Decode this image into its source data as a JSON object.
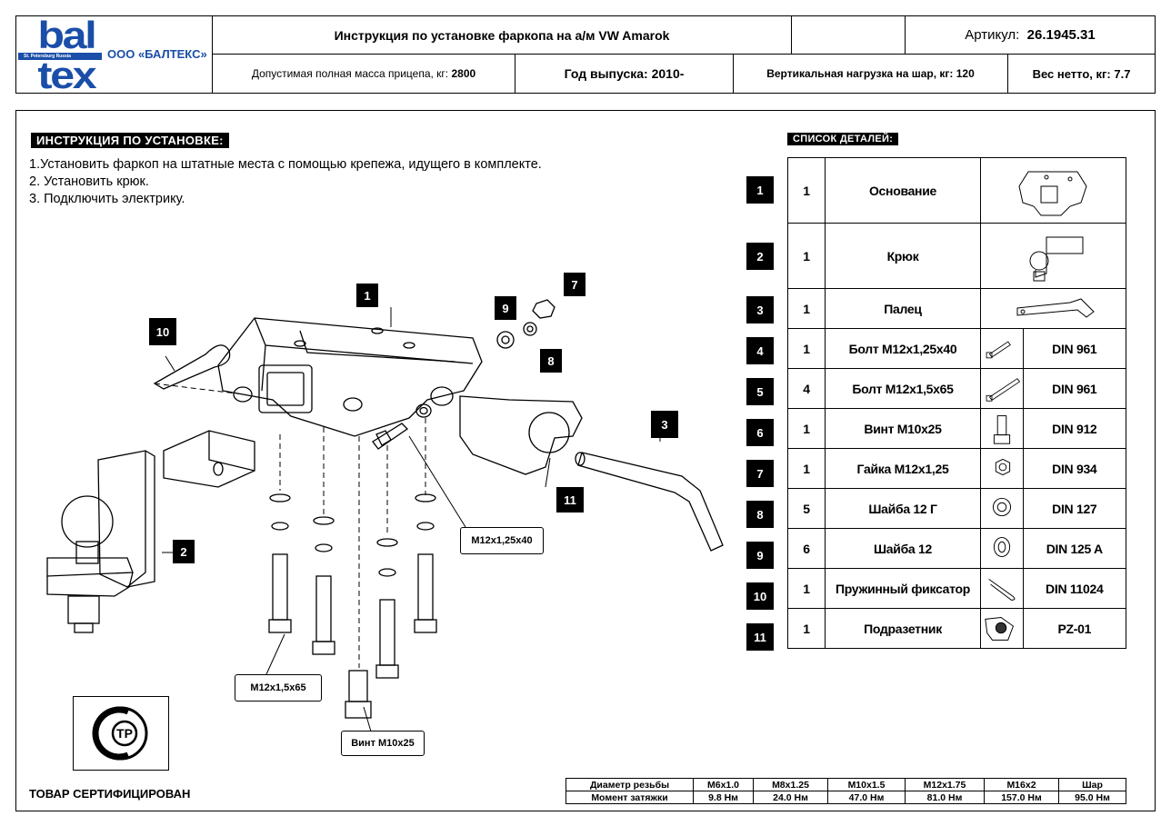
{
  "header": {
    "logo_top": "bal",
    "logo_band": "St. Petersburg Russia",
    "logo_bottom": "tex",
    "company": "ООО «БАЛТЕКС»",
    "title": "Инструкция по установке фаркопа на а/м VW Amarok",
    "article_label": "Артикул:",
    "article_value": "26.1945.31",
    "max_mass_label": "Допустимая полная масса прицепа, кг:",
    "max_mass_value": "2800",
    "year": "Год выпуска: 2010-",
    "vertical_load": "Вертикальная нагрузка на шар, кг: 120",
    "net_weight": "Вес нетто, кг: 7.7"
  },
  "instructions": {
    "title": "ИНСТРУКЦИЯ ПО УСТАНОВКЕ:",
    "steps": [
      "1.Установить фаркоп на штатные места с помощью крепежа, идущего в комплекте.",
      "2. Установить крюк.",
      "3. Подключить электрику."
    ]
  },
  "parts": {
    "title": "СПИСОК ДЕТАЛЕЙ:",
    "rows": [
      {
        "num": "1",
        "qty": "1",
        "name": "Основание",
        "std": "",
        "icon": "hitch-base-icon"
      },
      {
        "num": "2",
        "qty": "1",
        "name": "Крюк",
        "std": "",
        "icon": "ball-hook-icon"
      },
      {
        "num": "3",
        "qty": "1",
        "name": "Палец",
        "std": "",
        "icon": "pin-icon"
      },
      {
        "num": "4",
        "qty": "1",
        "name": "Болт М12х1,25х40",
        "std": "DIN 961",
        "icon": "bolt-icon"
      },
      {
        "num": "5",
        "qty": "4",
        "name": "Болт М12х1,5х65",
        "std": "DIN 961",
        "icon": "long-bolt-icon"
      },
      {
        "num": "6",
        "qty": "1",
        "name": "Винт М10х25",
        "std": "DIN 912",
        "icon": "screw-icon"
      },
      {
        "num": "7",
        "qty": "1",
        "name": "Гайка М12х1,25",
        "std": "DIN 934",
        "icon": "nut-icon"
      },
      {
        "num": "8",
        "qty": "5",
        "name": "Шайба 12 Г",
        "std": "DIN 127",
        "icon": "spring-washer-icon"
      },
      {
        "num": "9",
        "qty": "6",
        "name": "Шайба 12",
        "std": "DIN 125 A",
        "icon": "washer-icon"
      },
      {
        "num": "10",
        "qty": "1",
        "name": "Пружинный фиксатор",
        "std": "DIN 11024",
        "icon": "spring-clip-icon"
      },
      {
        "num": "11",
        "qty": "1",
        "name": "Подразетник",
        "std": "PZ-01",
        "icon": "socket-bracket-icon"
      }
    ]
  },
  "drawing": {
    "callouts": [
      "1",
      "2",
      "3",
      "7",
      "8",
      "9",
      "10",
      "11"
    ],
    "labels": {
      "bolt_40": "M12x1,25x40",
      "bolt_65": "M12x1,5x65",
      "screw": "Винт M10x25"
    }
  },
  "torque": {
    "row1_label": "Диаметр резьбы",
    "row2_label": "Момент затяжки",
    "diameters": [
      "M6x1.0",
      "M8x1.25",
      "M10x1.5",
      "M12x1.75",
      "M16x2",
      "Шар"
    ],
    "values": [
      "9.8 Нм",
      "24.0 Нм",
      "47.0 Нм",
      "81.0 Нм",
      "157.0 Нм",
      "95.0 Нм"
    ]
  },
  "certification": {
    "mark": "ТР",
    "text": "ТОВАР СЕРТИФИЦИРОВАН"
  }
}
